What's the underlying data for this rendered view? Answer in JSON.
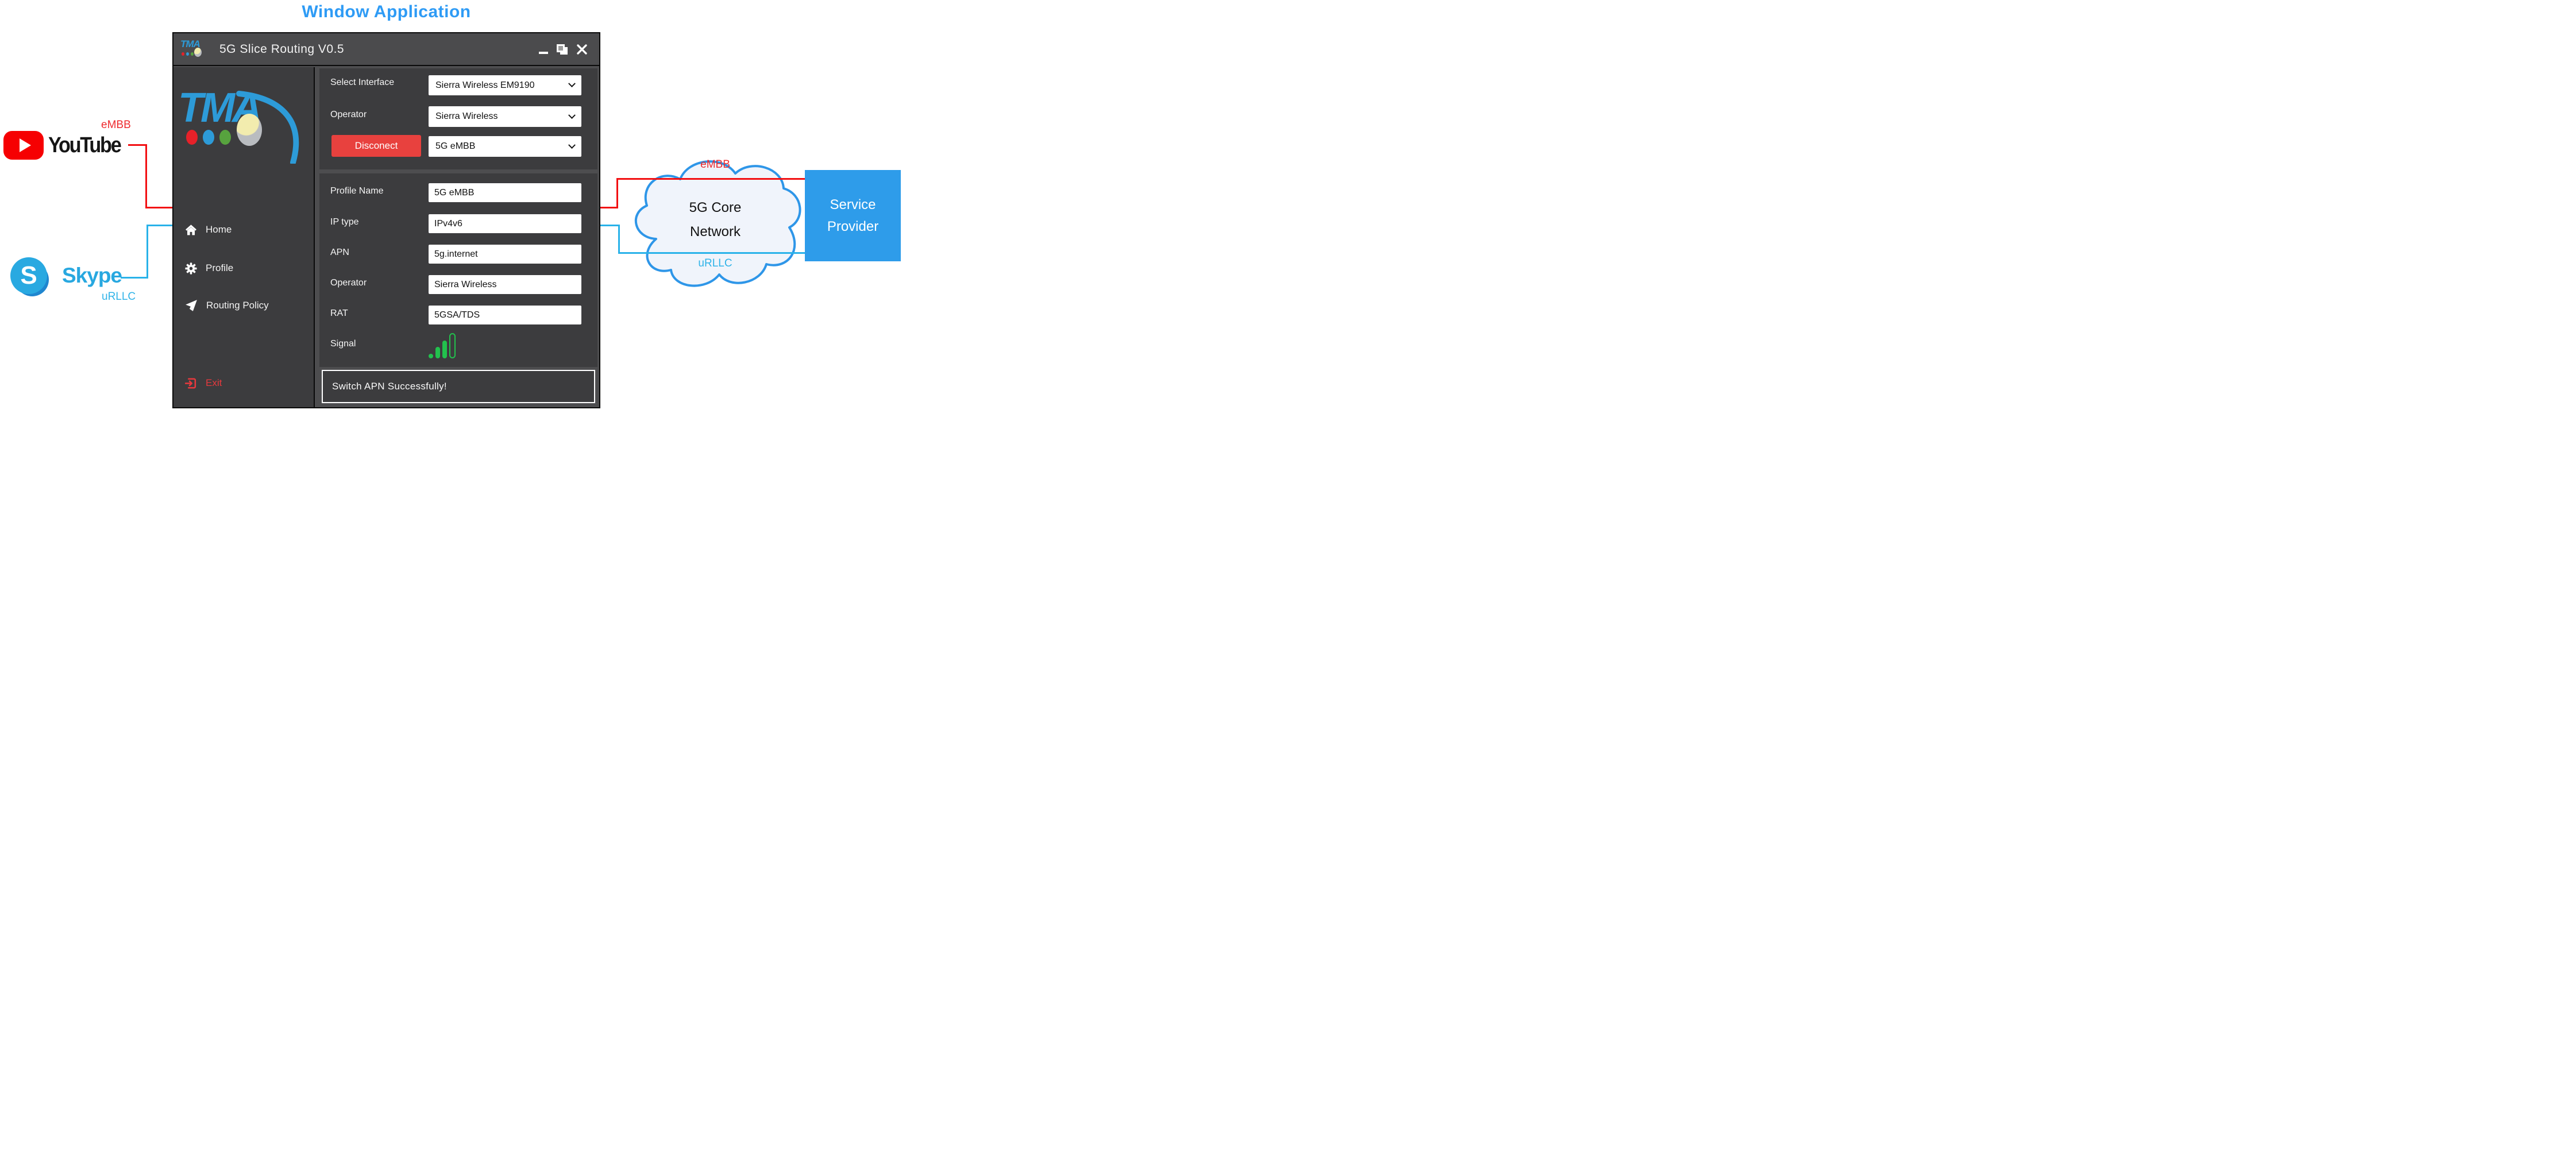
{
  "header": {
    "title": "Window Application"
  },
  "brand": {
    "logo_text": "TMA"
  },
  "window": {
    "title": "5G Slice Routing V0.5"
  },
  "sidebar": {
    "items": [
      {
        "label": "Home"
      },
      {
        "label": "Profile"
      },
      {
        "label": "Routing Policy"
      }
    ],
    "exit_label": "Exit"
  },
  "connection": {
    "interface_label": "Select Interface",
    "interface_value": "Sierra Wireless EM9190",
    "operator_label": "Operator",
    "operator_value": "Sierra Wireless",
    "disconnect_label": "Disconect",
    "slice_value": "5G eMBB"
  },
  "profile_panel": {
    "rows": [
      {
        "label": "Profile Name",
        "value": "5G eMBB"
      },
      {
        "label": "IP type",
        "value": "IPv4v6"
      },
      {
        "label": "APN",
        "value": "5g.internet"
      },
      {
        "label": "Operator",
        "value": "Sierra Wireless"
      },
      {
        "label": "RAT",
        "value": "5GSA/TDS"
      }
    ],
    "signal_label": "Signal"
  },
  "status": {
    "message": "Switch APN Successfully!"
  },
  "diagram": {
    "youtube_label": "YouTube",
    "youtube_slice": "eMBB",
    "skype_label": "Skype",
    "skype_initial": "S",
    "skype_slice": "uRLLC",
    "cloud_line1": "5G Core",
    "cloud_line2": "Network",
    "cloud_top_label": "eMBB",
    "cloud_bottom_label": "uRLLC",
    "provider_line1": "Service",
    "provider_line2": "Provider",
    "colors": {
      "embb_line": "#F20F12",
      "urllc_line": "#29B2E9",
      "provider_bg": "#2E9CEA",
      "cloud_stroke": "#2E96E8",
      "signal_green": "#22C14D",
      "accent_blue": "#2E9BF5",
      "disconnect_red": "#E8413E"
    }
  }
}
